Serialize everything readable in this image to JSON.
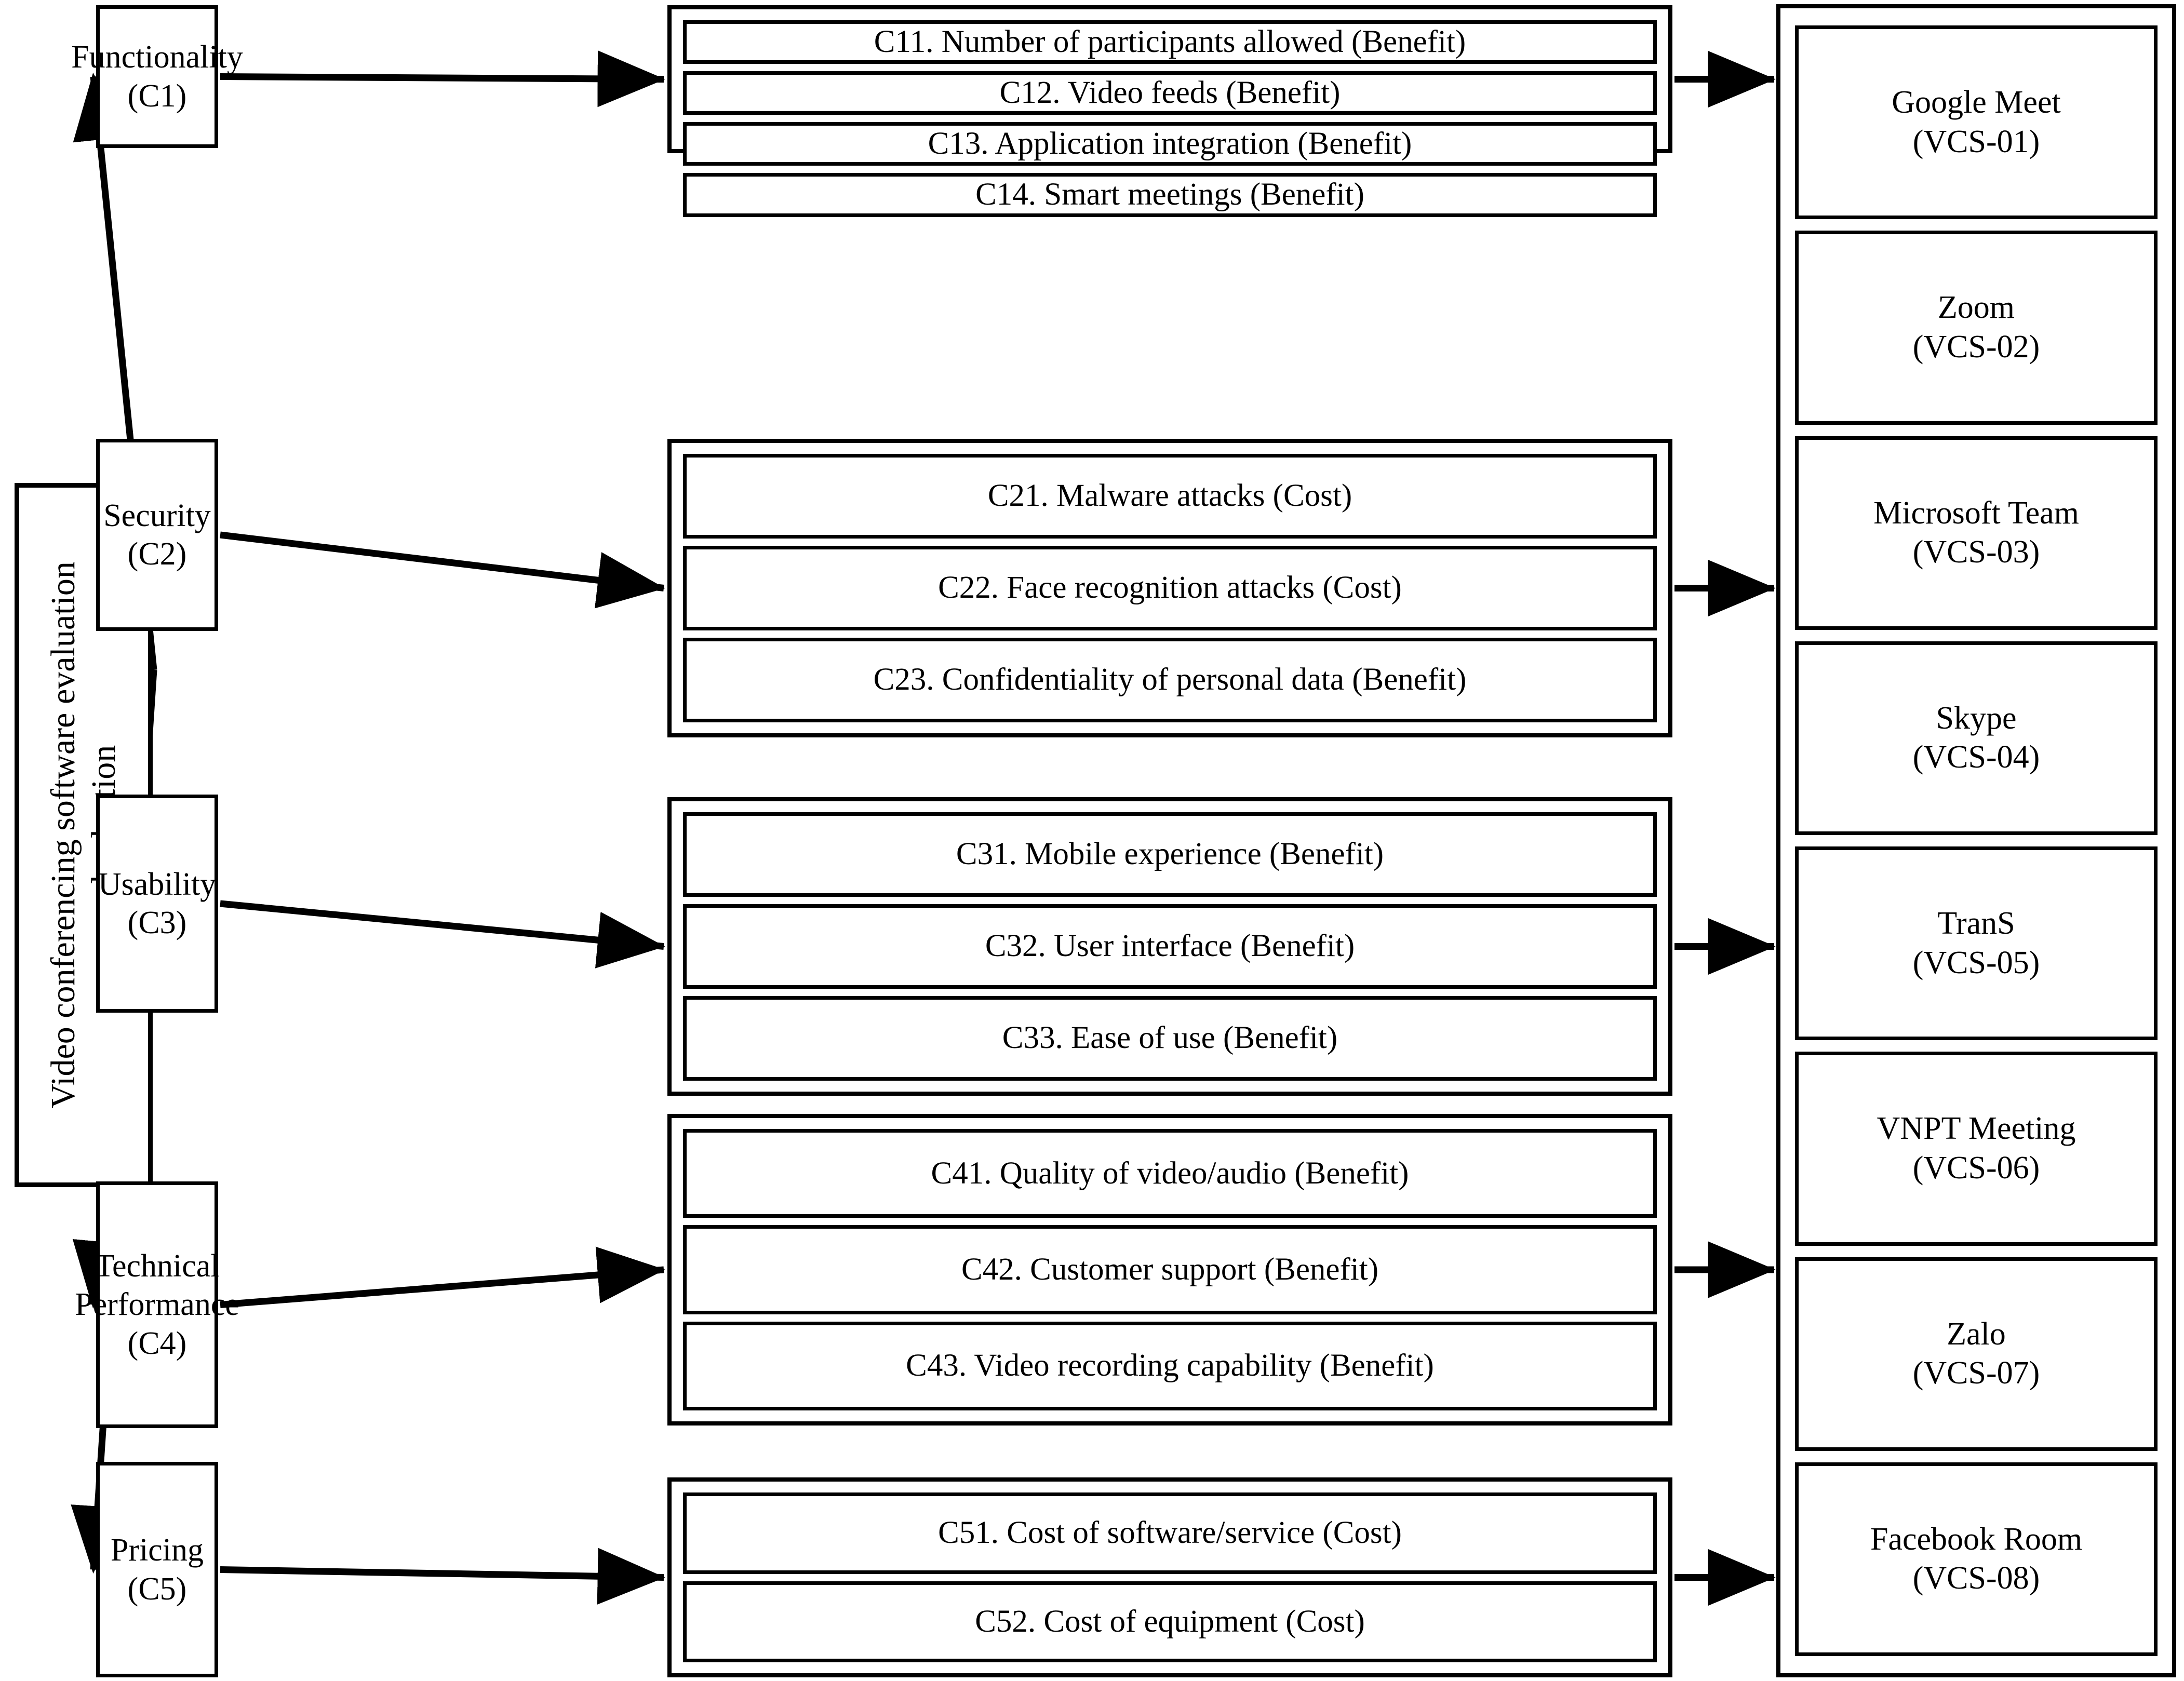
{
  "diagram": {
    "type": "hierarchy",
    "levels": [
      "goal",
      "criteria",
      "sub-criteria",
      "alternatives"
    ]
  },
  "goal": {
    "label": "Video conferencing software evaluation and selection",
    "line1": "Video conferencing software evaluation",
    "line2": "and selection"
  },
  "criteria": [
    {
      "id": "C1",
      "label": "Functionality (C1)"
    },
    {
      "id": "C2",
      "label": "Security (C2)"
    },
    {
      "id": "C3",
      "label": "Usability (C3)"
    },
    {
      "id": "C4",
      "label": "Technical Performance (C4)"
    },
    {
      "id": "C5",
      "label": "Pricing (C5)"
    }
  ],
  "subcriteria": [
    {
      "parent": "C1",
      "items": [
        {
          "id": "C11",
          "label": "C11. Number of participants allowed (Benefit)",
          "direction": "Benefit"
        },
        {
          "id": "C12",
          "label": "C12. Video feeds (Benefit)",
          "direction": "Benefit"
        },
        {
          "id": "C13",
          "label": "C13. Application integration (Benefit)",
          "direction": "Benefit"
        },
        {
          "id": "C14",
          "label": "C14. Smart meetings (Benefit)",
          "direction": "Benefit"
        }
      ]
    },
    {
      "parent": "C2",
      "items": [
        {
          "id": "C21",
          "label": "C21. Malware attacks (Cost)",
          "direction": "Cost"
        },
        {
          "id": "C22",
          "label": "C22. Face recognition attacks (Cost)",
          "direction": "Cost"
        },
        {
          "id": "C23",
          "label": "C23. Confidentiality of personal data (Benefit)",
          "direction": "Benefit"
        }
      ]
    },
    {
      "parent": "C3",
      "items": [
        {
          "id": "C31",
          "label": "C31. Mobile experience (Benefit)",
          "direction": "Benefit"
        },
        {
          "id": "C32",
          "label": "C32. User interface (Benefit)",
          "direction": "Benefit"
        },
        {
          "id": "C33",
          "label": "C33. Ease of use (Benefit)",
          "direction": "Benefit"
        }
      ]
    },
    {
      "parent": "C4",
      "items": [
        {
          "id": "C41",
          "label": "C41. Quality of video/audio (Benefit)",
          "direction": "Benefit"
        },
        {
          "id": "C42",
          "label": "C42. Customer support (Benefit)",
          "direction": "Benefit"
        },
        {
          "id": "C43",
          "label": "C43. Video recording capability (Benefit)",
          "direction": "Benefit"
        }
      ]
    },
    {
      "parent": "C5",
      "items": [
        {
          "id": "C51",
          "label": "C51. Cost of software/service (Cost)",
          "direction": "Cost"
        },
        {
          "id": "C52",
          "label": "C52. Cost of equipment (Cost)",
          "direction": "Cost"
        }
      ]
    }
  ],
  "alternatives": [
    {
      "id": "VCS-01",
      "name": "Google Meet",
      "code": "(VCS-01)"
    },
    {
      "id": "VCS-02",
      "name": "Zoom",
      "code": "(VCS-02)"
    },
    {
      "id": "VCS-03",
      "name": "Microsoft Team",
      "code": "(VCS-03)"
    },
    {
      "id": "VCS-04",
      "name": "Skype",
      "code": "(VCS-04)"
    },
    {
      "id": "VCS-05",
      "name": "TranS",
      "code": "(VCS-05)"
    },
    {
      "id": "VCS-06",
      "name": "VNPT Meeting",
      "code": "(VCS-06)"
    },
    {
      "id": "VCS-07",
      "name": "Zalo",
      "code": "(VCS-07)"
    },
    {
      "id": "VCS-08",
      "name": "Facebook Room",
      "code": "(VCS-08)"
    }
  ],
  "colors": {
    "stroke": "#000000",
    "background": "#ffffff"
  }
}
